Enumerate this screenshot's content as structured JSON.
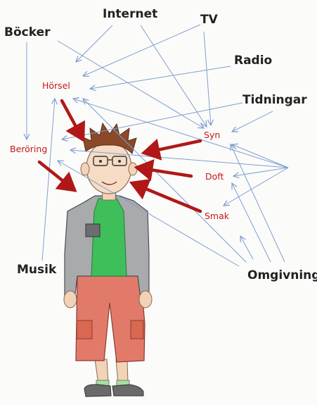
{
  "sources": {
    "bocker": "Böcker",
    "internet": "Internet",
    "tv": "TV",
    "radio": "Radio",
    "tidningar": "Tidningar",
    "musik": "Musik",
    "omgivning": "Omgivning"
  },
  "senses": {
    "horsel": "Hörsel",
    "beroring": "Beröring",
    "syn": "Syn",
    "doft": "Doft",
    "smak": "Smak"
  },
  "colors": {
    "thin_arrow": "#7f9fd0",
    "sense_arrow": "#b01818",
    "sense_text": "#c8161d",
    "jacket": "#a8aaac",
    "shirt": "#3fbf5a",
    "shorts": "#e27a6a",
    "hair": "#8a4a2a"
  }
}
